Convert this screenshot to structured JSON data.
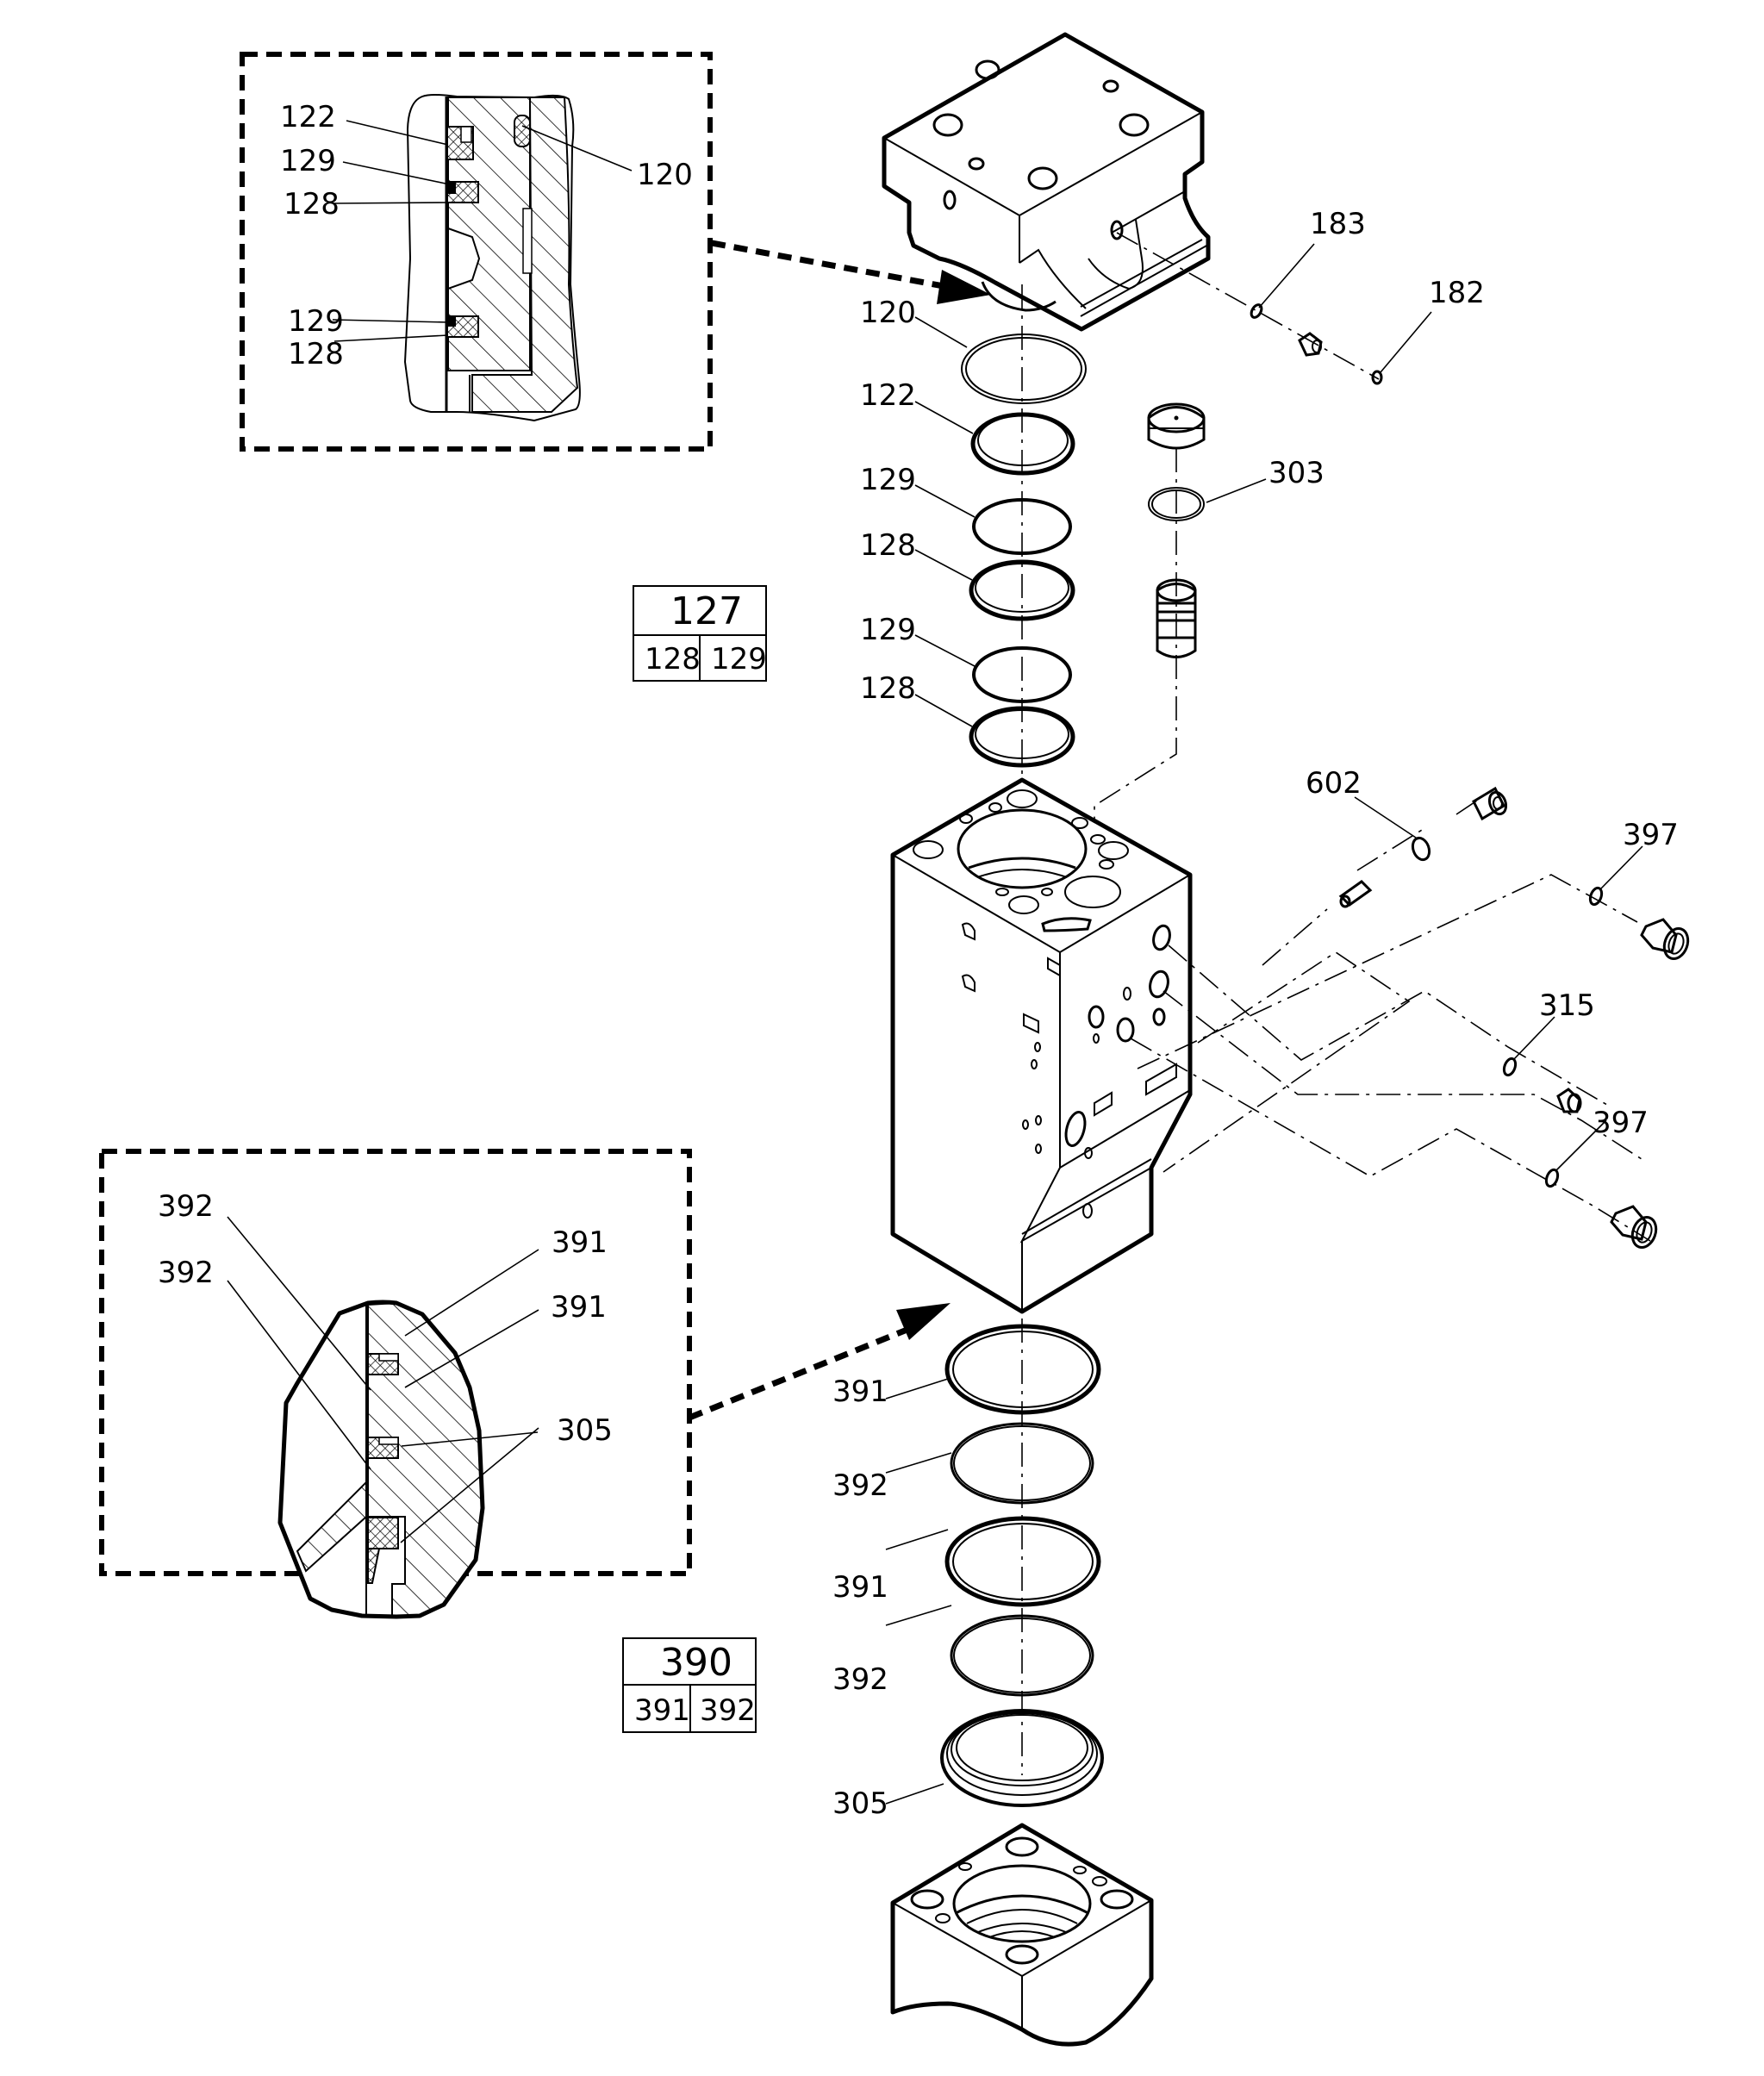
{
  "title": "Exploded parts diagram — hydraulic valve block assembly",
  "inset_top": {
    "labels": [
      {
        "id": "122",
        "text": "122"
      },
      {
        "id": "129a",
        "text": "129"
      },
      {
        "id": "128a",
        "text": "128"
      },
      {
        "id": "120",
        "text": "120"
      },
      {
        "id": "129b",
        "text": "129"
      },
      {
        "id": "128b",
        "text": "128"
      }
    ]
  },
  "inset_bottom": {
    "labels": [
      {
        "id": "392a",
        "text": "392"
      },
      {
        "id": "392b",
        "text": "392"
      },
      {
        "id": "391a",
        "text": "391"
      },
      {
        "id": "391b",
        "text": "391"
      },
      {
        "id": "305",
        "text": "305"
      }
    ]
  },
  "upper_stack": [
    {
      "part": "120",
      "text": "120"
    },
    {
      "part": "122",
      "text": "122"
    },
    {
      "part": "129",
      "text": "129"
    },
    {
      "part": "128",
      "text": "128"
    },
    {
      "part": "129",
      "text": "129"
    },
    {
      "part": "128",
      "text": "128"
    }
  ],
  "lower_stack": [
    {
      "part": "391",
      "text": "391"
    },
    {
      "part": "392",
      "text": "392"
    },
    {
      "part": "391",
      "text": "391"
    },
    {
      "part": "392",
      "text": "392"
    },
    {
      "part": "305",
      "text": "305"
    }
  ],
  "side_parts": {
    "p183": "183",
    "p182": "182",
    "p303": "303",
    "p602": "602",
    "p397a": "397",
    "p315": "315",
    "p397b": "397"
  },
  "kit_tables": [
    {
      "kit": "127",
      "contents": [
        "128",
        "129"
      ]
    },
    {
      "kit": "390",
      "contents": [
        "391",
        "392"
      ]
    }
  ]
}
